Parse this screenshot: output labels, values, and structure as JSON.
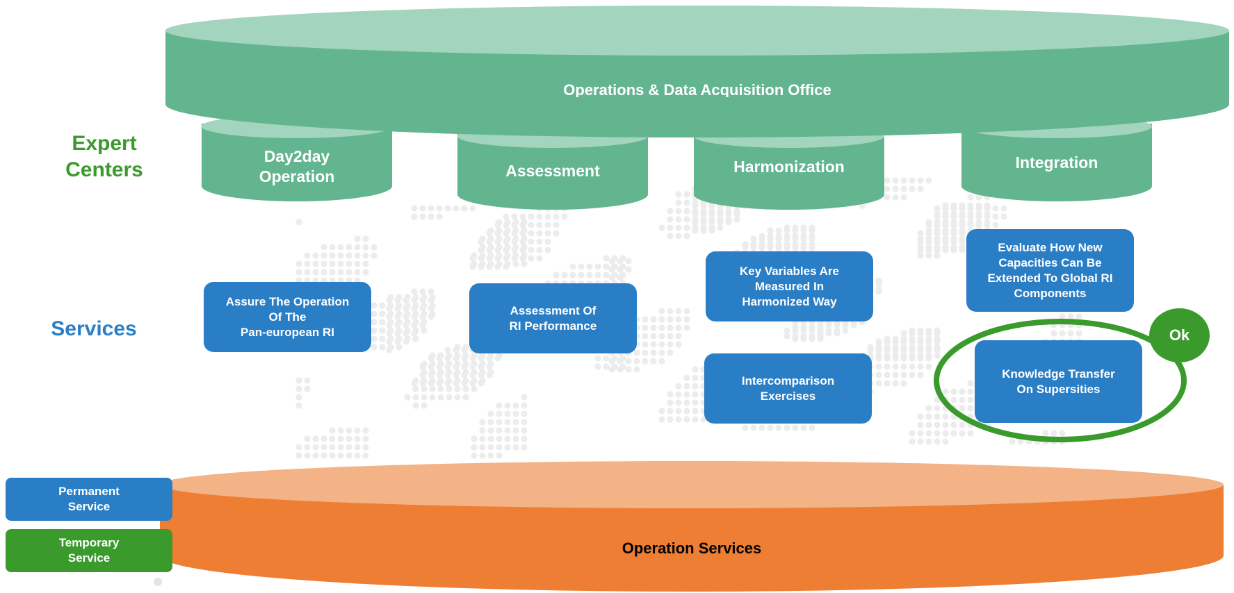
{
  "colors": {
    "teal_top": "#a3d4be",
    "teal_body": "#63b590",
    "service_blue": "#2a7ec6",
    "orange_top": "#f3b387",
    "orange_body": "#ee7e33",
    "green": "#3a9a2c",
    "dots": "#ececec"
  },
  "top_platform": {
    "label": "Operations & Data Acquisition Office"
  },
  "side_labels": {
    "expert_centers": "Expert\nCenters",
    "services": "Services"
  },
  "expert_centers": [
    {
      "label": "Day2day\nOperation"
    },
    {
      "label": "Assessment"
    },
    {
      "label": "Harmonization"
    },
    {
      "label": "Integration"
    }
  ],
  "services": [
    {
      "label": "Assure The Operation\nOf The\nPan-european RI"
    },
    {
      "label": "Assessment  Of\nRI Performance"
    },
    {
      "label": "Key Variables Are\nMeasured In\nHarmonized Way"
    },
    {
      "label": "Intercomparison\nExercises"
    },
    {
      "label": "Evaluate How New\nCapacities  Can Be\nExtended To Global RI\nComponents"
    },
    {
      "label": "Knowledge Transfer\nOn Supersities"
    }
  ],
  "highlight": {
    "badge": "Ok"
  },
  "legend": {
    "permanent": "Permanent\nService",
    "temporary": "Temporary\nService"
  },
  "bottom_platform": {
    "label": "Operation Services"
  }
}
